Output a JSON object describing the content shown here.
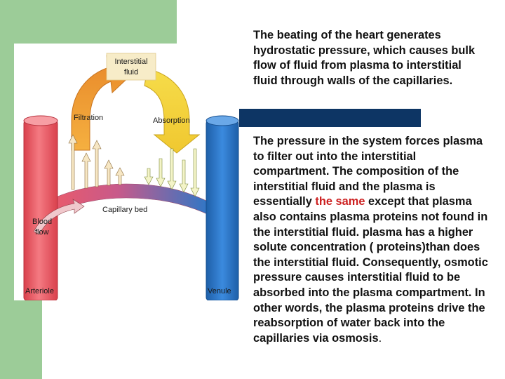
{
  "colors": {
    "background": "#ffffff",
    "green_panel": "#9ccc98",
    "blue_bar": "#0d3564",
    "arteriole_red": "#ef5b66",
    "venule_blue": "#2a78c8",
    "filtration_orange": "#f0a030",
    "absorption_yellow": "#f2d23c",
    "highlight_red": "#cc1f1f"
  },
  "diagram": {
    "labels": {
      "interstitial_line1": "Interstitial",
      "interstitial_line2": "fluid",
      "filtration": "Filtration",
      "absorption": "Absorption",
      "capillary_bed": "Capillary bed",
      "blood_line1": "Blood",
      "blood_line2": "flow",
      "arteriole": "Arteriole",
      "venule": "Venule"
    }
  },
  "text": {
    "paragraph1": "The beating of the heart generates hydrostatic pressure, which causes bulk flow of fluid from plasma to interstitial fluid through walls of the capillaries.",
    "paragraph2_before": "The pressure in the system forces plasma to filter out into the interstitial compartment. The composition of the interstitial fluid and the plasma is essentially ",
    "paragraph2_highlight": "the same",
    "paragraph2_after": " except that plasma also contains plasma proteins not found in the interstitial fluid. plasma has a higher solute concentration ( proteins)than does the interstitial fluid. Consequently, osmotic pressure causes interstitial fluid to be absorbed into the plasma compartment. In other words, the plasma proteins drive the reabsorption of water back into the capillaries via osmosis",
    "paragraph2_end": "."
  }
}
